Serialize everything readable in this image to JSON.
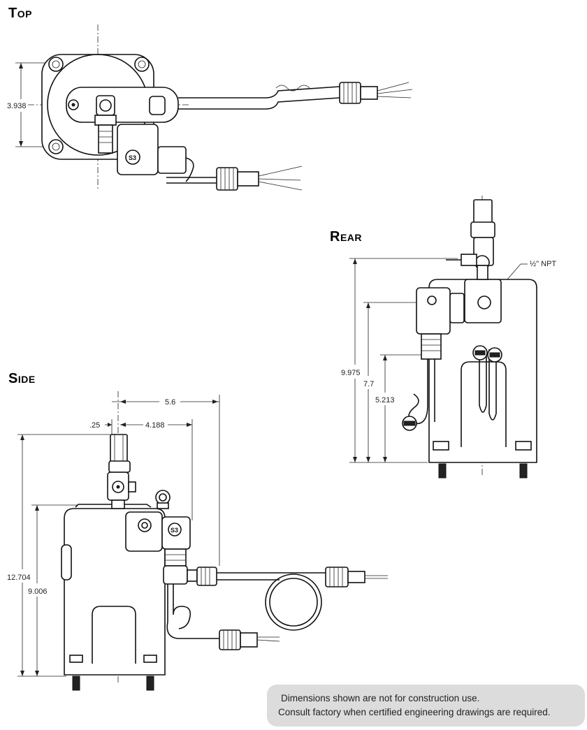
{
  "views": {
    "top": "Top",
    "rear": "Rear",
    "side": "Side"
  },
  "dimensions": {
    "top_height": "3.938",
    "rear_overall": "9.975",
    "rear_mid": "7.7",
    "rear_low": "5.213",
    "rear_port": "½\" NPT",
    "side_width": "5.6",
    "side_offset": ".25",
    "side_inner": "4.188",
    "side_overall": "12.704",
    "side_body": "9.006"
  },
  "markings": {
    "coil_label": "S3"
  },
  "note": {
    "line1": "Dimensions shown are not for construction use.",
    "line2": "Consult factory when certified engineering drawings are required."
  }
}
